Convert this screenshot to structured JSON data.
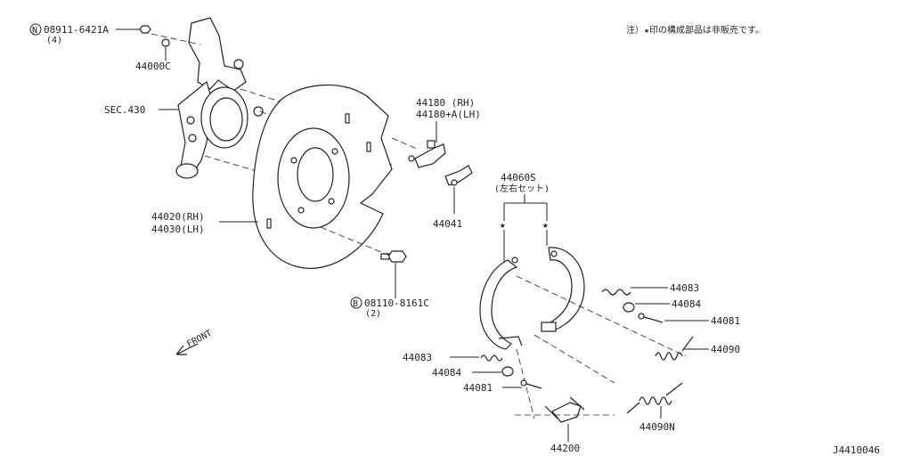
{
  "note": "注）★印の構成部品は非販売です。",
  "diagram_id": "J4410046",
  "front_label": "FRONT",
  "labels": {
    "nut_n": "N",
    "nut_part": "08911-6421A",
    "nut_qty": "(4)",
    "washer": "44000C",
    "knuckle": "SEC.430",
    "plate_rh": "44020(RH)",
    "plate_lh": "44030(LH)",
    "bolt_b": "B",
    "bolt_part": "08110-8161C",
    "bolt_qty": "(2)",
    "lever_rh": "44180  (RH)",
    "lever_lh": "44180+A(LH)",
    "clip": "44041",
    "shoe_set": "44060S",
    "shoe_set_note": "(左右セット)",
    "spring_r": "44083",
    "cup_r": "44084",
    "pin_r": "44081",
    "spring_upper": "44090",
    "spring_l": "44083",
    "cup_l": "44084",
    "pin_l": "44081",
    "adjuster": "44200",
    "spring_lower": "44090N"
  }
}
